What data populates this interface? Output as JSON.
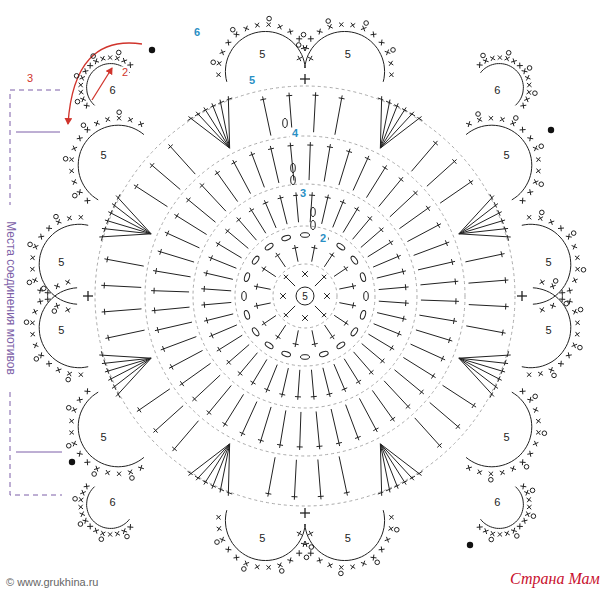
{
  "diagram": {
    "nodes": [
      {
        "text": [
          "5"
        ]
      }
    ],
    "labels": [
      "2",
      "3",
      "4",
      "5",
      "6",
      "5",
      "5",
      "5",
      "5",
      "5",
      "5",
      "5",
      "5",
      "5",
      "5",
      "5",
      "5",
      "6",
      "6",
      "6",
      "6",
      "3",
      "2",
      "Места соединения мотивов",
      "© www.grukhina.ru",
      "Страна Мам"
    ]
  }
}
